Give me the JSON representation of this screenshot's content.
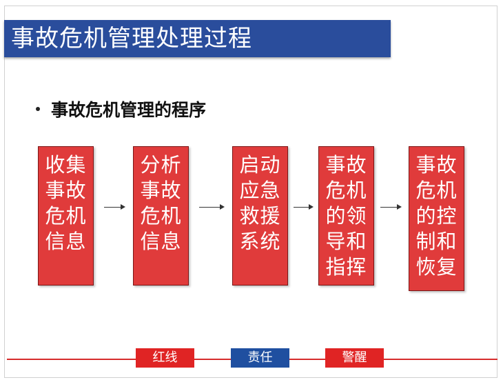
{
  "title": "事故危机管理处理过程",
  "bullet": "事故危机管理的程序",
  "steps": [
    "收集事故危机信息",
    "分析事故危机信息",
    "启动应急救援系统",
    "事故危机的领导和指挥",
    "事故危机的控制和恢复"
  ],
  "tags": [
    "红线",
    "责任",
    "警醒"
  ],
  "colors": {
    "title_bar": "#2a4d9c",
    "step_box": "#e03b3b",
    "tag_red": "#e02424",
    "tag_blue": "#1f4fa0",
    "line": "#d62b2b"
  }
}
